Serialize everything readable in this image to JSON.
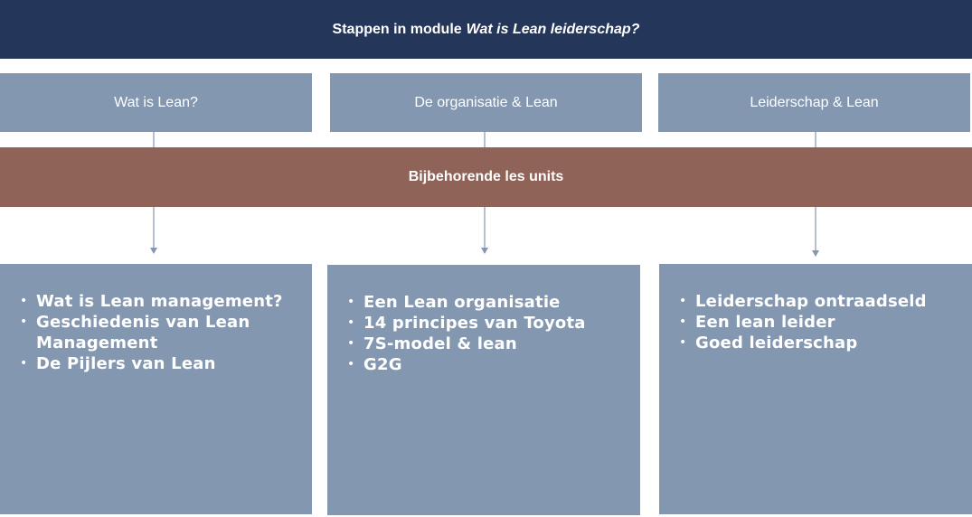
{
  "header": {
    "title_prefix": "Stappen in module",
    "title_italic": "Wat is Lean leiderschap?"
  },
  "steps": [
    {
      "label": "Wat is Lean?"
    },
    {
      "label": "De organisatie & Lean"
    },
    {
      "label": "Leiderschap & Lean"
    }
  ],
  "band": {
    "label": "Bijbehorende les units"
  },
  "units": [
    {
      "items": [
        "Wat is Lean management?",
        "Geschiedenis van Lean Management",
        "De Pijlers van Lean"
      ]
    },
    {
      "items": [
        "Een Lean organisatie",
        "14 principes van Toyota",
        "7S-model & lean",
        "G2G"
      ]
    },
    {
      "items": [
        "Leiderschap ontraadseld",
        "Een lean leider",
        "Goed leiderschap"
      ]
    }
  ],
  "colors": {
    "header_bg": "#243659",
    "step_bg": "#8497b0",
    "band_bg": "#8f6357",
    "connector": "#8497b0"
  }
}
